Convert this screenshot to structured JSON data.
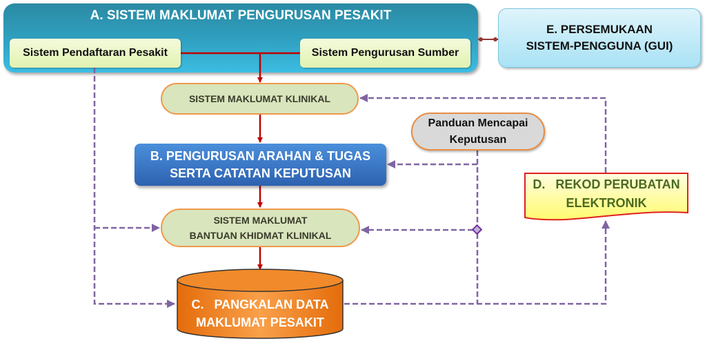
{
  "system_a": {
    "title": "A. SISTEM MAKLUMAT PENGURUSAN PESAKIT",
    "registration": "Sistem Pendaftaran Pesakit",
    "resources": "Sistem Pengurusan Sumber"
  },
  "system_e": {
    "line1": "E. PERSEMUKAAN",
    "line2": "SISTEM-PENGGUNA (GUI)"
  },
  "clinical": {
    "label": "SISTEM MAKLUMAT KLINIKAL"
  },
  "system_b": {
    "line1": "B. PENGURUSAN ARAHAN & TUGAS",
    "line2": "SERTA CATATAN KEPUTUSAN"
  },
  "decision_guide": {
    "line1": "Panduan Mencapai",
    "line2": "Keputusan"
  },
  "clinical_support": {
    "line1": "SISTEM MAKLUMAT",
    "line2": "BANTUAN KHIDMAT KLINIKAL"
  },
  "system_c": {
    "line1": "C.   PANGKALAN DATA",
    "line2": "MAKLUMAT PESAKIT"
  },
  "system_d": {
    "line1": "D.   REKOD PERUBATAN",
    "line2": "ELEKTRONIK"
  },
  "colors": {
    "flow": "#c00000",
    "dashed": "#8064a2",
    "link": "#943634"
  }
}
